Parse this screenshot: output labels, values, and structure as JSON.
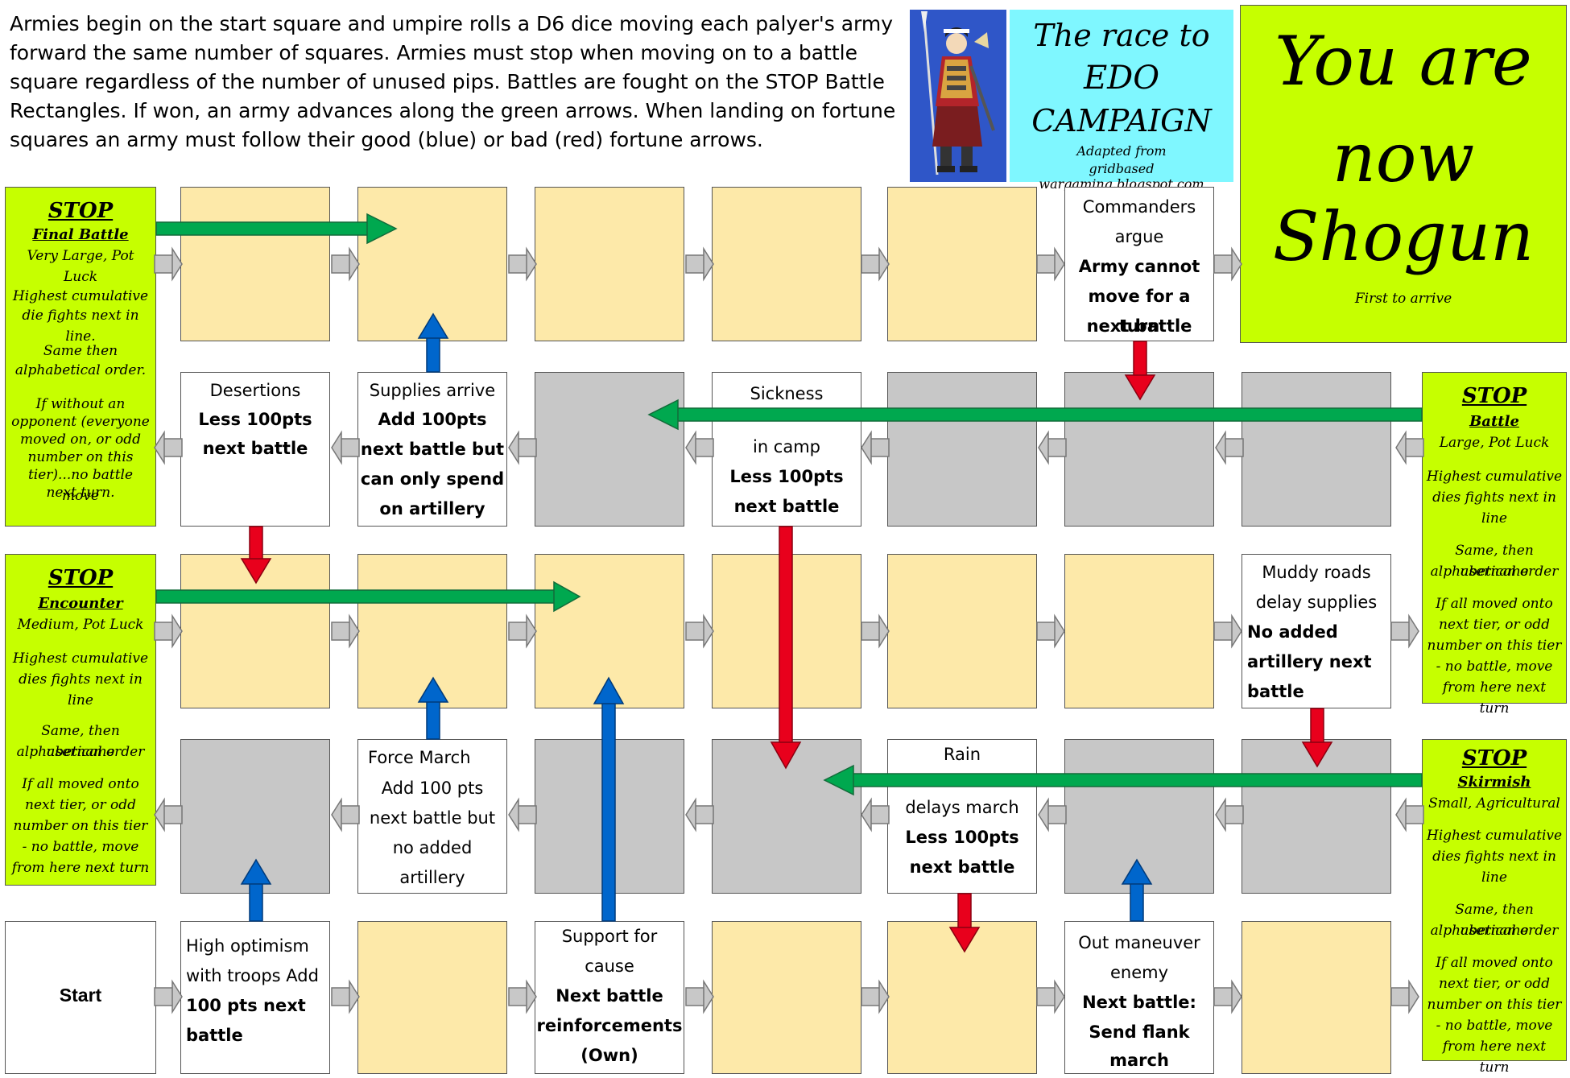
{
  "intro": "Armies begin on the start square and umpire rolls a D6 dice moving each palyer's army forward the same number of squares. Armies must stop when moving on to a battle square regardless of the number of unused pips. Battles are fought on the STOP Battle Rectangles. If won, an army advances along the green arrows. When landing on fortune squares an army must follow their good (blue) or bad (red) fortune arrows.",
  "title": {
    "line1": "The race to",
    "line2": "EDO",
    "line3": "CAMPAIGN",
    "adapted": "Adapted from",
    "source": "gridbased wargaming.blogspot.com"
  },
  "shogun": {
    "line1": "You are",
    "line2": "now",
    "line3": "Shogun",
    "note": "First to arrive"
  },
  "stops": {
    "final": {
      "stop": "STOP",
      "name": "Final Battle",
      "size": "Very Large, Pot Luck",
      "r1": "Highest cumulative",
      "r2": "die fights next in line.",
      "r3": "Same then",
      "r4": "alphabetical order.",
      "r5": "If without an",
      "r6": "opponent (everyone",
      "r7": "moved on, or odd",
      "r8": "number on this",
      "r9": "tier)...no battle move",
      "r10": "next turn."
    },
    "encounter": {
      "stop": "STOP",
      "name": "Encounter",
      "size": "Medium, Pot Luck",
      "r1": "Highest cumulative",
      "r2": "dies fights next in",
      "r3": "line",
      "r4": "Same, then username",
      "r5": "alphabetical order",
      "r6": "If all moved onto",
      "r7": "next tier, or odd",
      "r8": "number on this tier",
      "r9": "- no battle, move",
      "r10": "from here next turn"
    },
    "battle": {
      "stop": "STOP",
      "name": "Battle",
      "size": "Large, Pot Luck",
      "r1": "Highest cumulative",
      "r2": "dies fights next in",
      "r3": "line",
      "r4": "Same, then username",
      "r5": "alphabetical order",
      "r6": "If all moved onto",
      "r7": "next tier, or odd",
      "r8": "number on this tier",
      "r9": "- no battle, move",
      "r10": "from here next turn"
    },
    "skirmish": {
      "stop": "STOP",
      "name": "Skirmish",
      "size": "Small, Agricultural",
      "r1": "Highest cumulative",
      "r2": "dies fights next in",
      "r3": "line",
      "r4": "Same, then username",
      "r5": "alphabetical order",
      "r6": "If all moved onto",
      "r7": "next tier, or odd",
      "r8": "number on this tier",
      "r9": "- no battle, move",
      "r10": "from here next turn"
    }
  },
  "squares": {
    "commanders": {
      "l1": "Commanders",
      "l2": "argue",
      "l3": "Army cannot",
      "l4": "move for a turn",
      "l5": "next battle"
    },
    "desertions": {
      "l1": "Desertions",
      "l2": "Less 100pts",
      "l3": "next battle"
    },
    "supplies": {
      "l1": "Supplies arrive",
      "l2": "Add 100pts",
      "l3": "next battle but",
      "l4": "can only spend",
      "l5": "on artillery"
    },
    "sickness": {
      "l1": "Sickness",
      "l2": "in camp",
      "l3": "Less 100pts",
      "l4": "next battle"
    },
    "muddy": {
      "l1": "Muddy roads",
      "l2": "delay supplies",
      "l3": "No added",
      "l4": "artillery next",
      "l5": "battle"
    },
    "forcemarch": {
      "l1": "Force March",
      "l2": "Add 100 pts",
      "l3": "next battle but",
      "l4": "no added",
      "l5": "artillery"
    },
    "rain": {
      "l1": "Rain",
      "l2": "delays march",
      "l3": "Less 100pts",
      "l4": "next battle"
    },
    "start": {
      "l1": "Start"
    },
    "optimism": {
      "l1": "High optimism",
      "l2": "with troops Add",
      "l3": "100 pts next",
      "l4": "battle"
    },
    "support": {
      "l1": "Support for",
      "l2": "cause",
      "l3": "Next battle",
      "l4": "reinforcements",
      "l5": "(Own)"
    },
    "outmaneuver": {
      "l1": "Out maneuver",
      "l2": "enemy",
      "l3": "Next battle:",
      "l4": "Send flank",
      "l5": "march"
    }
  },
  "colors": {
    "tan": "#fde9a9",
    "grey": "#c7c7c7",
    "lime": "#c6ff00",
    "title_bg": "#7ff7ff",
    "green_arrow": "#00a84f",
    "red_arrow": "#e8001c",
    "blue_arrow": "#0066cc",
    "grey_arrow": "#c8c8c8"
  },
  "icons": {
    "portrait": "samurai-portrait"
  }
}
